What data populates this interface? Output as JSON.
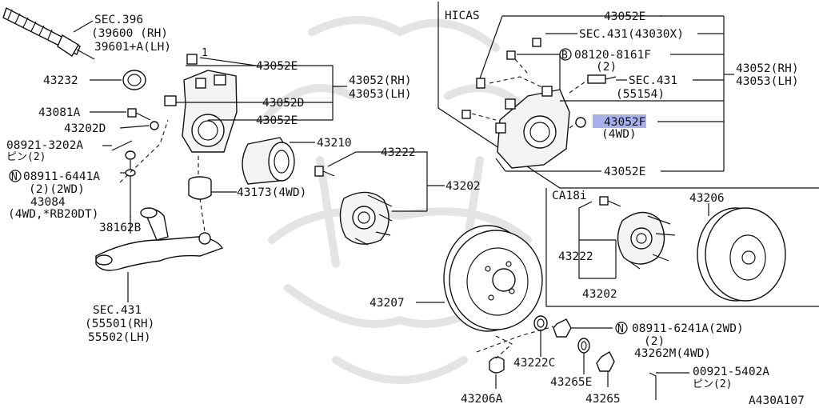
{
  "labels": {
    "sec396": "SEC.396",
    "rh_39600": "(39600  (RH)",
    "lh_39601": "39601+A(LH)",
    "p43232": "43232",
    "p43081a": "43081A",
    "p43202d": "43202D",
    "p08921": "08921-3202A",
    "pin2_left": "ピン(2)",
    "n08911_6441a": "08911-6441A",
    "qty_2wd": "(2)(2WD)",
    "p43084": "43084",
    "p43084_note": "(4WD,*RB20DT)",
    "p38162b": "38162B",
    "sec431_bottom": "SEC.431",
    "rh_55501": "(55501(RH)",
    "lh_55502": "55502(LH)",
    "e_top": "43052E",
    "group_rh_main": "43052(RH)",
    "group_lh_main": "43053(LH)",
    "d_main": "43052D",
    "e_main2": "43052E",
    "p43210": "43210",
    "p43173": "43173(4WD)",
    "p43222_main": "43222",
    "p43202_main": "43202",
    "hicas": "HICAS",
    "e_hicas_top": "43052E",
    "sec431_43030x": "SEC.431(43030X)",
    "b08120": "08120-8161F",
    "qty_b": "(2)",
    "sec431_55154": "SEC.431",
    "p55154": "(55154)",
    "group_rh_hicas": "43052(RH)",
    "group_lh_hicas": "43053(LH)",
    "f_hicas": "43052F",
    "f_4wd": "(4WD)",
    "e_hicas_bottom": "43052E",
    "ca18i": "CA18i",
    "p43222_ca": "43222",
    "p43202_ca": "43202",
    "p43206": "43206",
    "p43207": "43207",
    "p43222c": "43222C",
    "n08911_6241a": "08911-6241A(2WD)",
    "qty_n2": "(2)",
    "p43262m": "43262M(4WD)",
    "p43265e": "43265E",
    "p43265": "43265",
    "p43206a": "43206A",
    "p00921": "00921-5402A",
    "pin2_right": "ピン(2)",
    "diagram_code": "A430A107"
  },
  "symbols": {
    "n_circle": "N",
    "b_circle": "B"
  },
  "highlight_color": "#aab0ee"
}
